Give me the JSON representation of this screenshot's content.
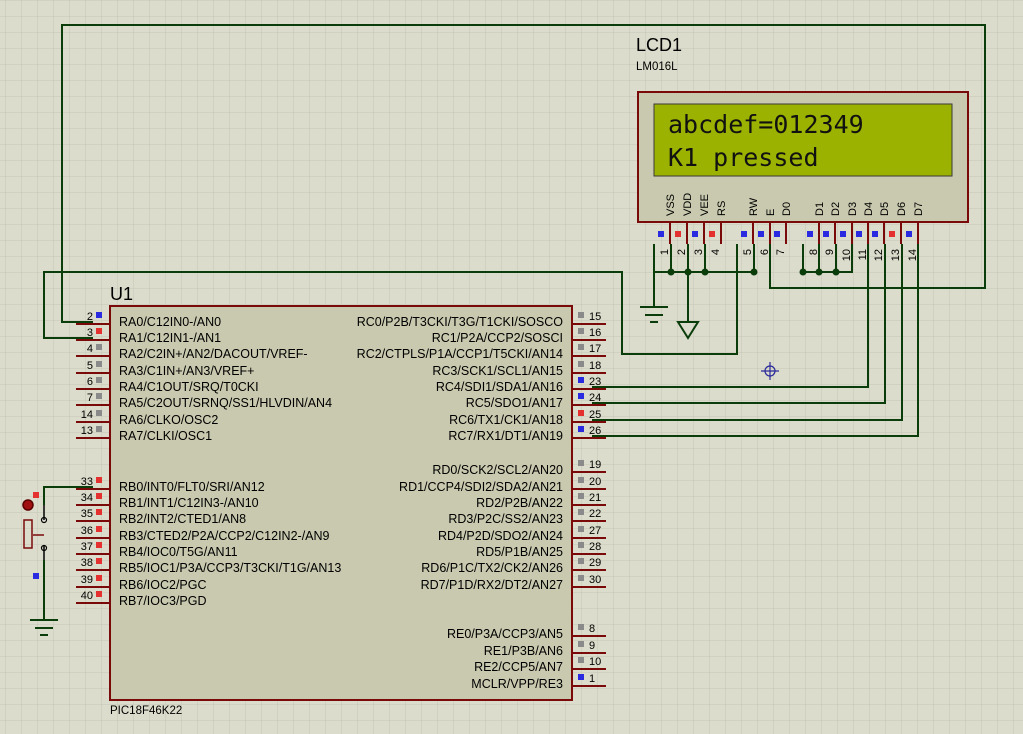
{
  "mcu": {
    "ref": "U1",
    "part": "PIC18F46K22",
    "left_pins": [
      {
        "num": "2",
        "label": "RA0/C12IN0-/AN0",
        "state": "blue"
      },
      {
        "num": "3",
        "label": "RA1/C12IN1-/AN1",
        "state": "red"
      },
      {
        "num": "4",
        "label": "RA2/C2IN+/AN2/DACOUT/VREF-",
        "state": "gray"
      },
      {
        "num": "5",
        "label": "RA3/C1IN+/AN3/VREF+",
        "state": "gray"
      },
      {
        "num": "6",
        "label": "RA4/C1OUT/SRQ/T0CKI",
        "state": "gray"
      },
      {
        "num": "7",
        "label": "RA5/C2OUT/SRNQ/SS1/HLVDIN/AN4",
        "state": "gray"
      },
      {
        "num": "14",
        "label": "RA6/CLKO/OSC2",
        "state": "gray"
      },
      {
        "num": "13",
        "label": "RA7/CLKI/OSC1",
        "state": "gray"
      },
      {
        "num": "33",
        "label": "RB0/INT0/FLT0/SRI/AN12",
        "state": "red"
      },
      {
        "num": "34",
        "label": "RB1/INT1/C12IN3-/AN10",
        "state": "red"
      },
      {
        "num": "35",
        "label": "RB2/INT2/CTED1/AN8",
        "state": "red"
      },
      {
        "num": "36",
        "label": "RB3/CTED2/P2A/CCP2/C12IN2-/AN9",
        "state": "red"
      },
      {
        "num": "37",
        "label": "RB4/IOC0/T5G/AN11",
        "state": "red"
      },
      {
        "num": "38",
        "label": "RB5/IOC1/P3A/CCP3/T3CKI/T1G/AN13",
        "state": "red"
      },
      {
        "num": "39",
        "label": "RB6/IOC2/PGC",
        "state": "red"
      },
      {
        "num": "40",
        "label": "RB7/IOC3/PGD",
        "state": "red"
      }
    ],
    "right_pins": [
      {
        "num": "15",
        "label": "RC0/P2B/T3CKI/T3G/T1CKI/SOSCO",
        "state": "gray"
      },
      {
        "num": "16",
        "label": "RC1/P2A/CCP2/SOSCI",
        "state": "gray"
      },
      {
        "num": "17",
        "label": "RC2/CTPLS/P1A/CCP1/T5CKI/AN14",
        "state": "gray"
      },
      {
        "num": "18",
        "label": "RC3/SCK1/SCL1/AN15",
        "state": "gray"
      },
      {
        "num": "23",
        "label": "RC4/SDI1/SDA1/AN16",
        "state": "blue"
      },
      {
        "num": "24",
        "label": "RC5/SDO1/AN17",
        "state": "blue"
      },
      {
        "num": "25",
        "label": "RC6/TX1/CK1/AN18",
        "state": "red"
      },
      {
        "num": "26",
        "label": "RC7/RX1/DT1/AN19",
        "state": "blue"
      },
      {
        "num": "19",
        "label": "RD0/SCK2/SCL2/AN20",
        "state": "gray"
      },
      {
        "num": "20",
        "label": "RD1/CCP4/SDI2/SDA2/AN21",
        "state": "gray"
      },
      {
        "num": "21",
        "label": "RD2/P2B/AN22",
        "state": "gray"
      },
      {
        "num": "22",
        "label": "RD3/P2C/SS2/AN23",
        "state": "gray"
      },
      {
        "num": "27",
        "label": "RD4/P2D/SDO2/AN24",
        "state": "gray"
      },
      {
        "num": "28",
        "label": "RD5/P1B/AN25",
        "state": "gray"
      },
      {
        "num": "29",
        "label": "RD6/P1C/TX2/CK2/AN26",
        "state": "gray"
      },
      {
        "num": "30",
        "label": "RD7/P1D/RX2/DT2/AN27",
        "state": "gray"
      },
      {
        "num": "8",
        "label": "RE0/P3A/CCP3/AN5",
        "state": "gray"
      },
      {
        "num": "9",
        "label": "RE1/P3B/AN6",
        "state": "gray"
      },
      {
        "num": "10",
        "label": "RE2/CCP5/AN7",
        "state": "gray"
      },
      {
        "num": "1",
        "label": "MCLR/VPP/RE3",
        "state": "blue"
      }
    ]
  },
  "lcd": {
    "ref": "LCD1",
    "part": "LM016L",
    "line1": "abcdef=012349",
    "line2": "K1 pressed",
    "pins": [
      {
        "name": "VSS",
        "num": "1",
        "state": "blue"
      },
      {
        "name": "VDD",
        "num": "2",
        "state": "red"
      },
      {
        "name": "VEE",
        "num": "3",
        "state": "blue"
      },
      {
        "name": "RS",
        "num": "4",
        "state": "red"
      },
      {
        "name": "RW",
        "num": "5",
        "state": "blue"
      },
      {
        "name": "E",
        "num": "6",
        "state": "blue"
      },
      {
        "name": "D0",
        "num": "7",
        "state": "blue"
      },
      {
        "name": "D1",
        "num": "8",
        "state": "blue"
      },
      {
        "name": "D2",
        "num": "9",
        "state": "blue"
      },
      {
        "name": "D3",
        "num": "10",
        "state": "blue"
      },
      {
        "name": "D4",
        "num": "11",
        "state": "blue"
      },
      {
        "name": "D5",
        "num": "12",
        "state": "blue"
      },
      {
        "name": "D6",
        "num": "13",
        "state": "red"
      },
      {
        "name": "D7",
        "num": "14",
        "state": "blue"
      }
    ]
  },
  "colors": {
    "background": "#dcdccc",
    "grid": "#c6c6b6",
    "wire": "#0b3d0b",
    "component_border": "#7a0a0a",
    "component_fill": "#c9c9af",
    "lcd_screen": "#9cb200",
    "pin_high": "#e53030",
    "pin_low": "#2a2ae0",
    "pin_float": "#8a8a8a"
  }
}
